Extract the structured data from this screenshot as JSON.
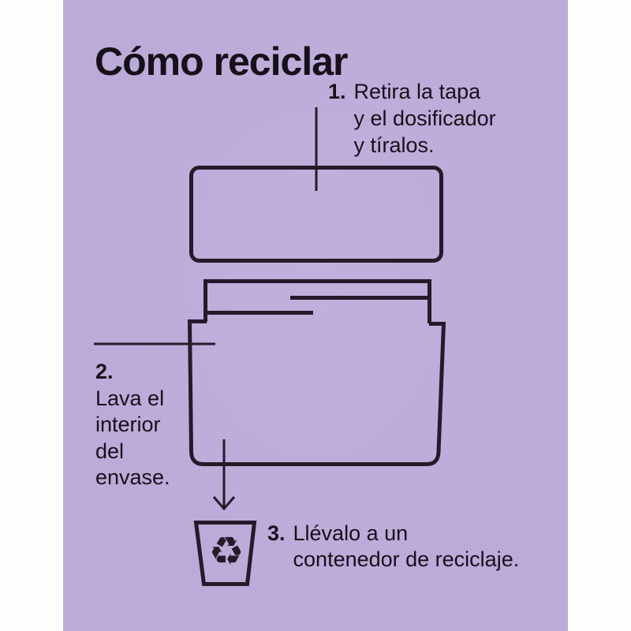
{
  "colors": {
    "background_panel": "#bcaad8",
    "page_margin": "#fdfdfd",
    "ink": "#241b2a",
    "text": "#16101a"
  },
  "title": "Cómo reciclar",
  "steps": [
    {
      "number": "1.",
      "lines": [
        "Retira la tapa",
        "y el dosificador",
        "y tíralos."
      ]
    },
    {
      "number": "2.",
      "lines": [
        "Lava el",
        "interior",
        "del",
        "envase."
      ]
    },
    {
      "number": "3.",
      "lines": [
        "Llévalo a un",
        "contenedor de reciclaje."
      ]
    }
  ],
  "icons": {
    "recycle_symbol": "♻"
  }
}
